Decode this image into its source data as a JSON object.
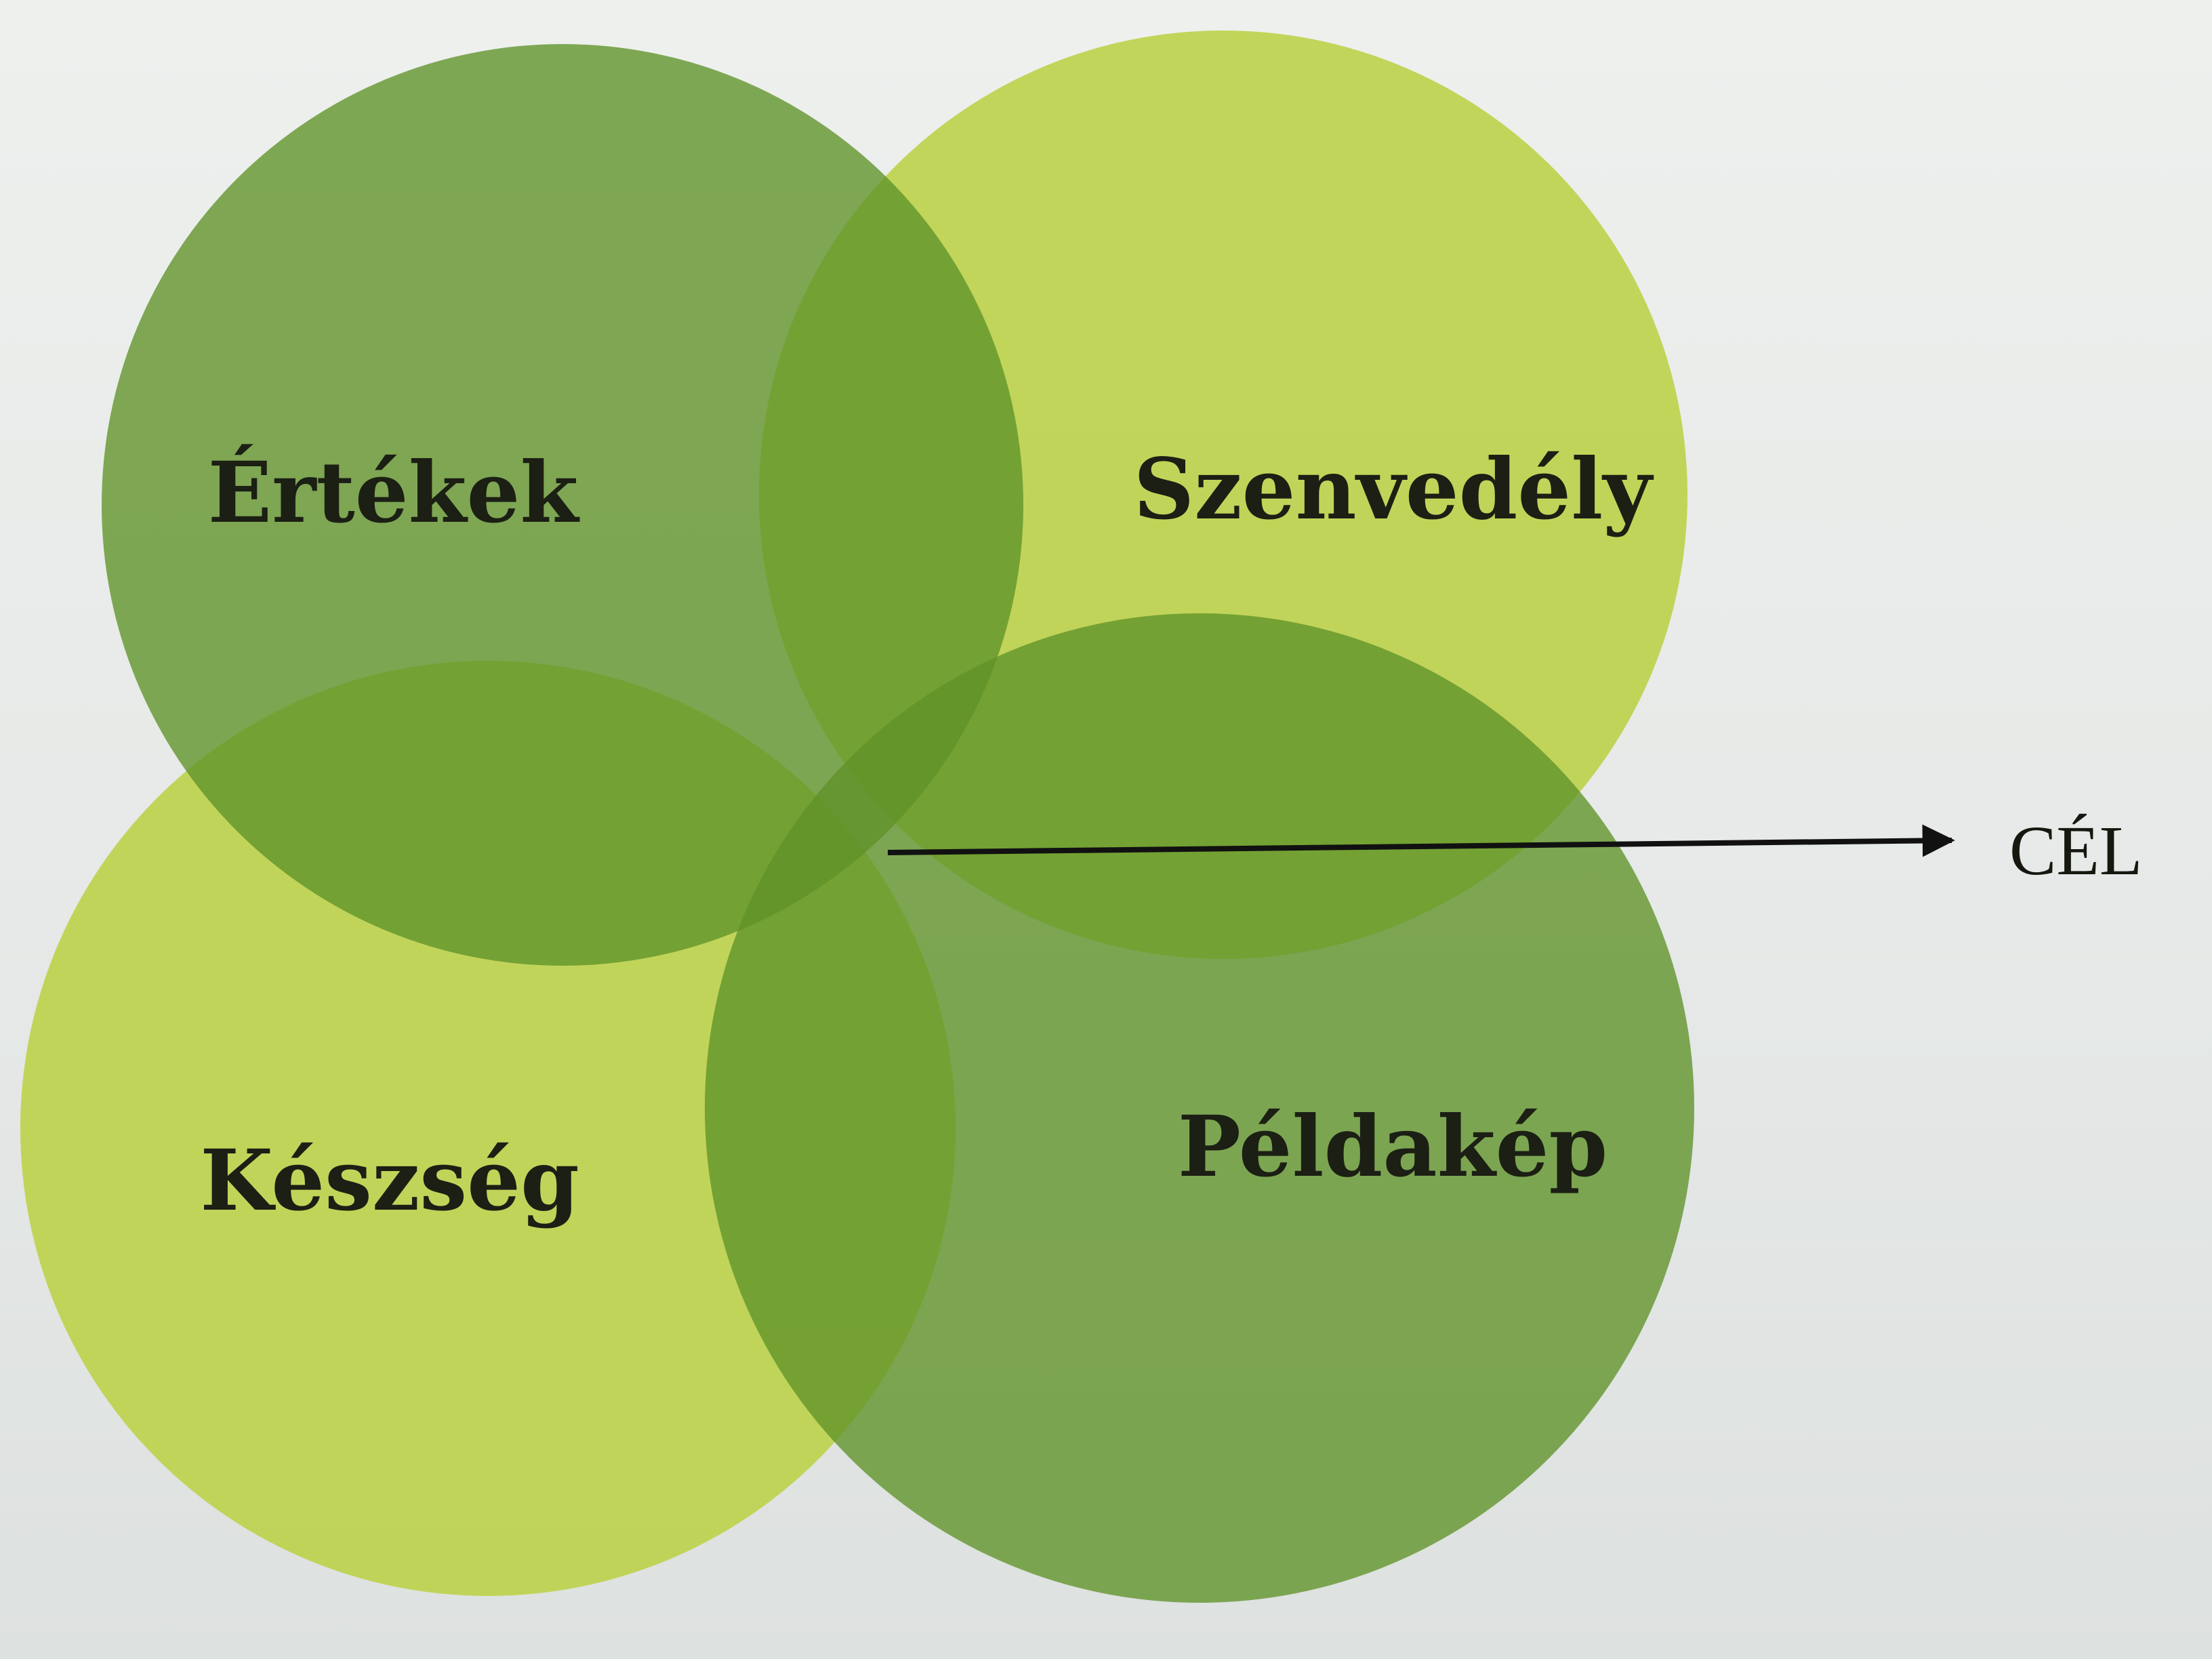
{
  "diagram": {
    "circles": [
      {
        "id": "ertekek",
        "label": "Értékek",
        "color": "#6d9c2c"
      },
      {
        "id": "szenvedely",
        "label": "Szenvedély",
        "color": "#bcd24a"
      },
      {
        "id": "keszseg",
        "label": "Készség",
        "color": "#bcd24a"
      },
      {
        "id": "peldakep",
        "label": "Példakép",
        "color": "#6d9c2c"
      }
    ],
    "goal": {
      "label": "CÉL"
    },
    "arrow_color": "#111111"
  }
}
